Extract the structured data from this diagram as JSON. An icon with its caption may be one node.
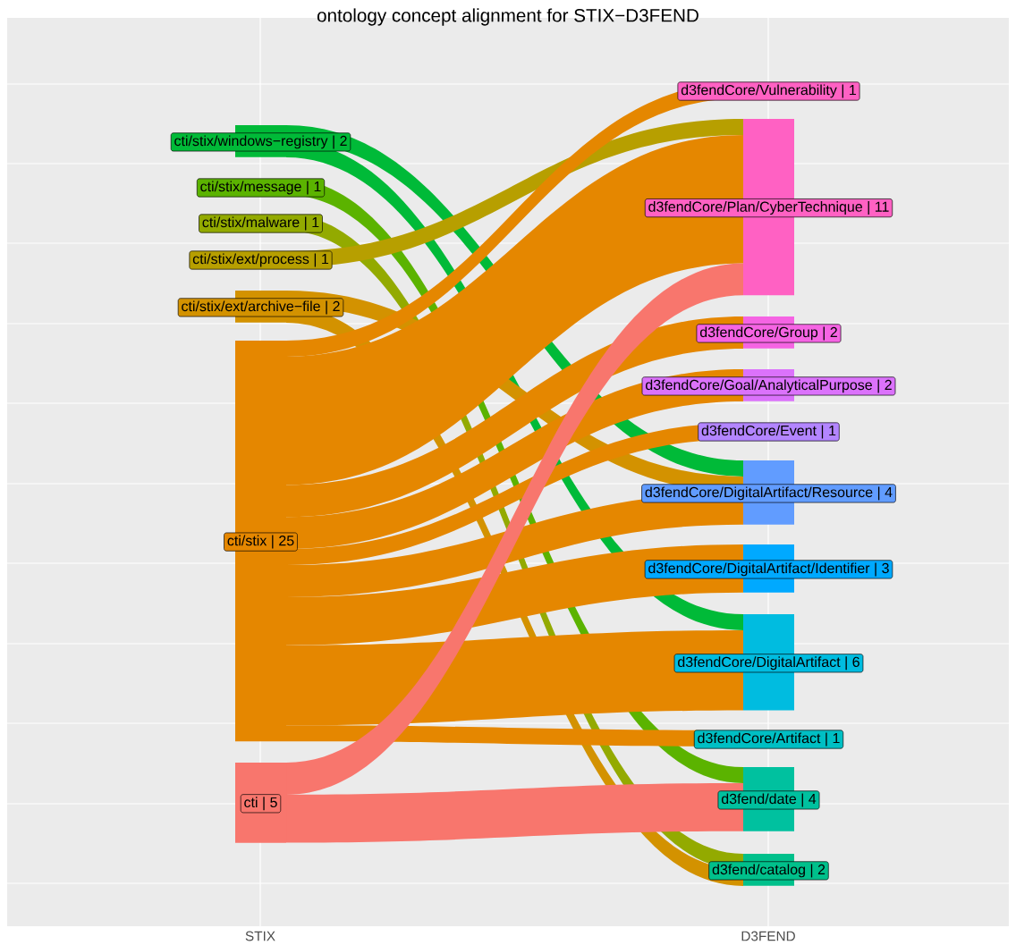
{
  "diagram": {
    "title": "ontology concept alignment for STIX−D3FEND",
    "nodes": [
      {
        "text": [
          "cti/stix/windows−registry | 2"
        ]
      },
      {
        "text": [
          "cti/stix/message | 1"
        ]
      },
      {
        "text": [
          "cti/stix/malware | 1"
        ]
      },
      {
        "text": [
          "cti/stix/ext/process | 1"
        ]
      },
      {
        "text": [
          "cti/stix/ext/archive−file | 2"
        ]
      },
      {
        "text": [
          "cti/stix | 25"
        ]
      },
      {
        "text": [
          "cti | 5"
        ]
      },
      {
        "text": [
          "d3fendCore/Vulnerability | 1"
        ]
      },
      {
        "text": [
          "d3fendCore/Plan/CyberTechnique | 11"
        ]
      },
      {
        "text": [
          "d3fendCore/Group | 2"
        ]
      },
      {
        "text": [
          "d3fendCore/Goal/AnalyticalPurpose | 2"
        ]
      },
      {
        "text": [
          "d3fendCore/Event | 1"
        ]
      },
      {
        "text": [
          "d3fendCore/DigitalArtifact/Resource | 4"
        ]
      },
      {
        "text": [
          "d3fendCore/DigitalArtifact/Identifier | 3"
        ]
      },
      {
        "text": [
          "d3fendCore/DigitalArtifact | 6"
        ]
      },
      {
        "text": [
          "d3fendCore/Artifact | 1"
        ]
      },
      {
        "text": [
          "d3fend/date | 4"
        ]
      },
      {
        "text": [
          "d3fend/catalog | 2"
        ]
      }
    ],
    "edges": [
      {
        "from": 0,
        "to": 12,
        "arrow": "none",
        "color": "#00ba38"
      },
      {
        "from": 0,
        "to": 14,
        "arrow": "none",
        "color": "#00ba38"
      },
      {
        "from": 1,
        "to": 16,
        "arrow": "none",
        "color": "#5bb300"
      },
      {
        "from": 2,
        "to": 17,
        "arrow": "none",
        "color": "#93aa00"
      },
      {
        "from": 3,
        "to": 8,
        "arrow": "none",
        "color": "#b79f00"
      },
      {
        "from": 4,
        "to": 12,
        "arrow": "none",
        "color": "#d39200"
      },
      {
        "from": 4,
        "to": 17,
        "arrow": "none",
        "color": "#d39200"
      },
      {
        "from": 5,
        "to": 7,
        "arrow": "none"
      },
      {
        "from": 5,
        "to": 8,
        "arrow": "none"
      },
      {
        "from": 5,
        "to": 9,
        "arrow": "none"
      },
      {
        "from": 5,
        "to": 10,
        "arrow": "none"
      },
      {
        "from": 5,
        "to": 11,
        "arrow": "none"
      },
      {
        "from": 5,
        "to": 12,
        "arrow": "none"
      },
      {
        "from": 5,
        "to": 13,
        "arrow": "none"
      },
      {
        "from": 5,
        "to": 14,
        "arrow": "none"
      },
      {
        "from": 5,
        "to": 15,
        "arrow": "none"
      },
      {
        "from": 6,
        "to": 8,
        "arrow": "none",
        "color": "#f8766d"
      },
      {
        "from": 6,
        "to": 16,
        "arrow": "none",
        "color": "#f8766d"
      }
    ],
    "labels": [
      "STIX",
      "D3FEND"
    ]
  }
}
